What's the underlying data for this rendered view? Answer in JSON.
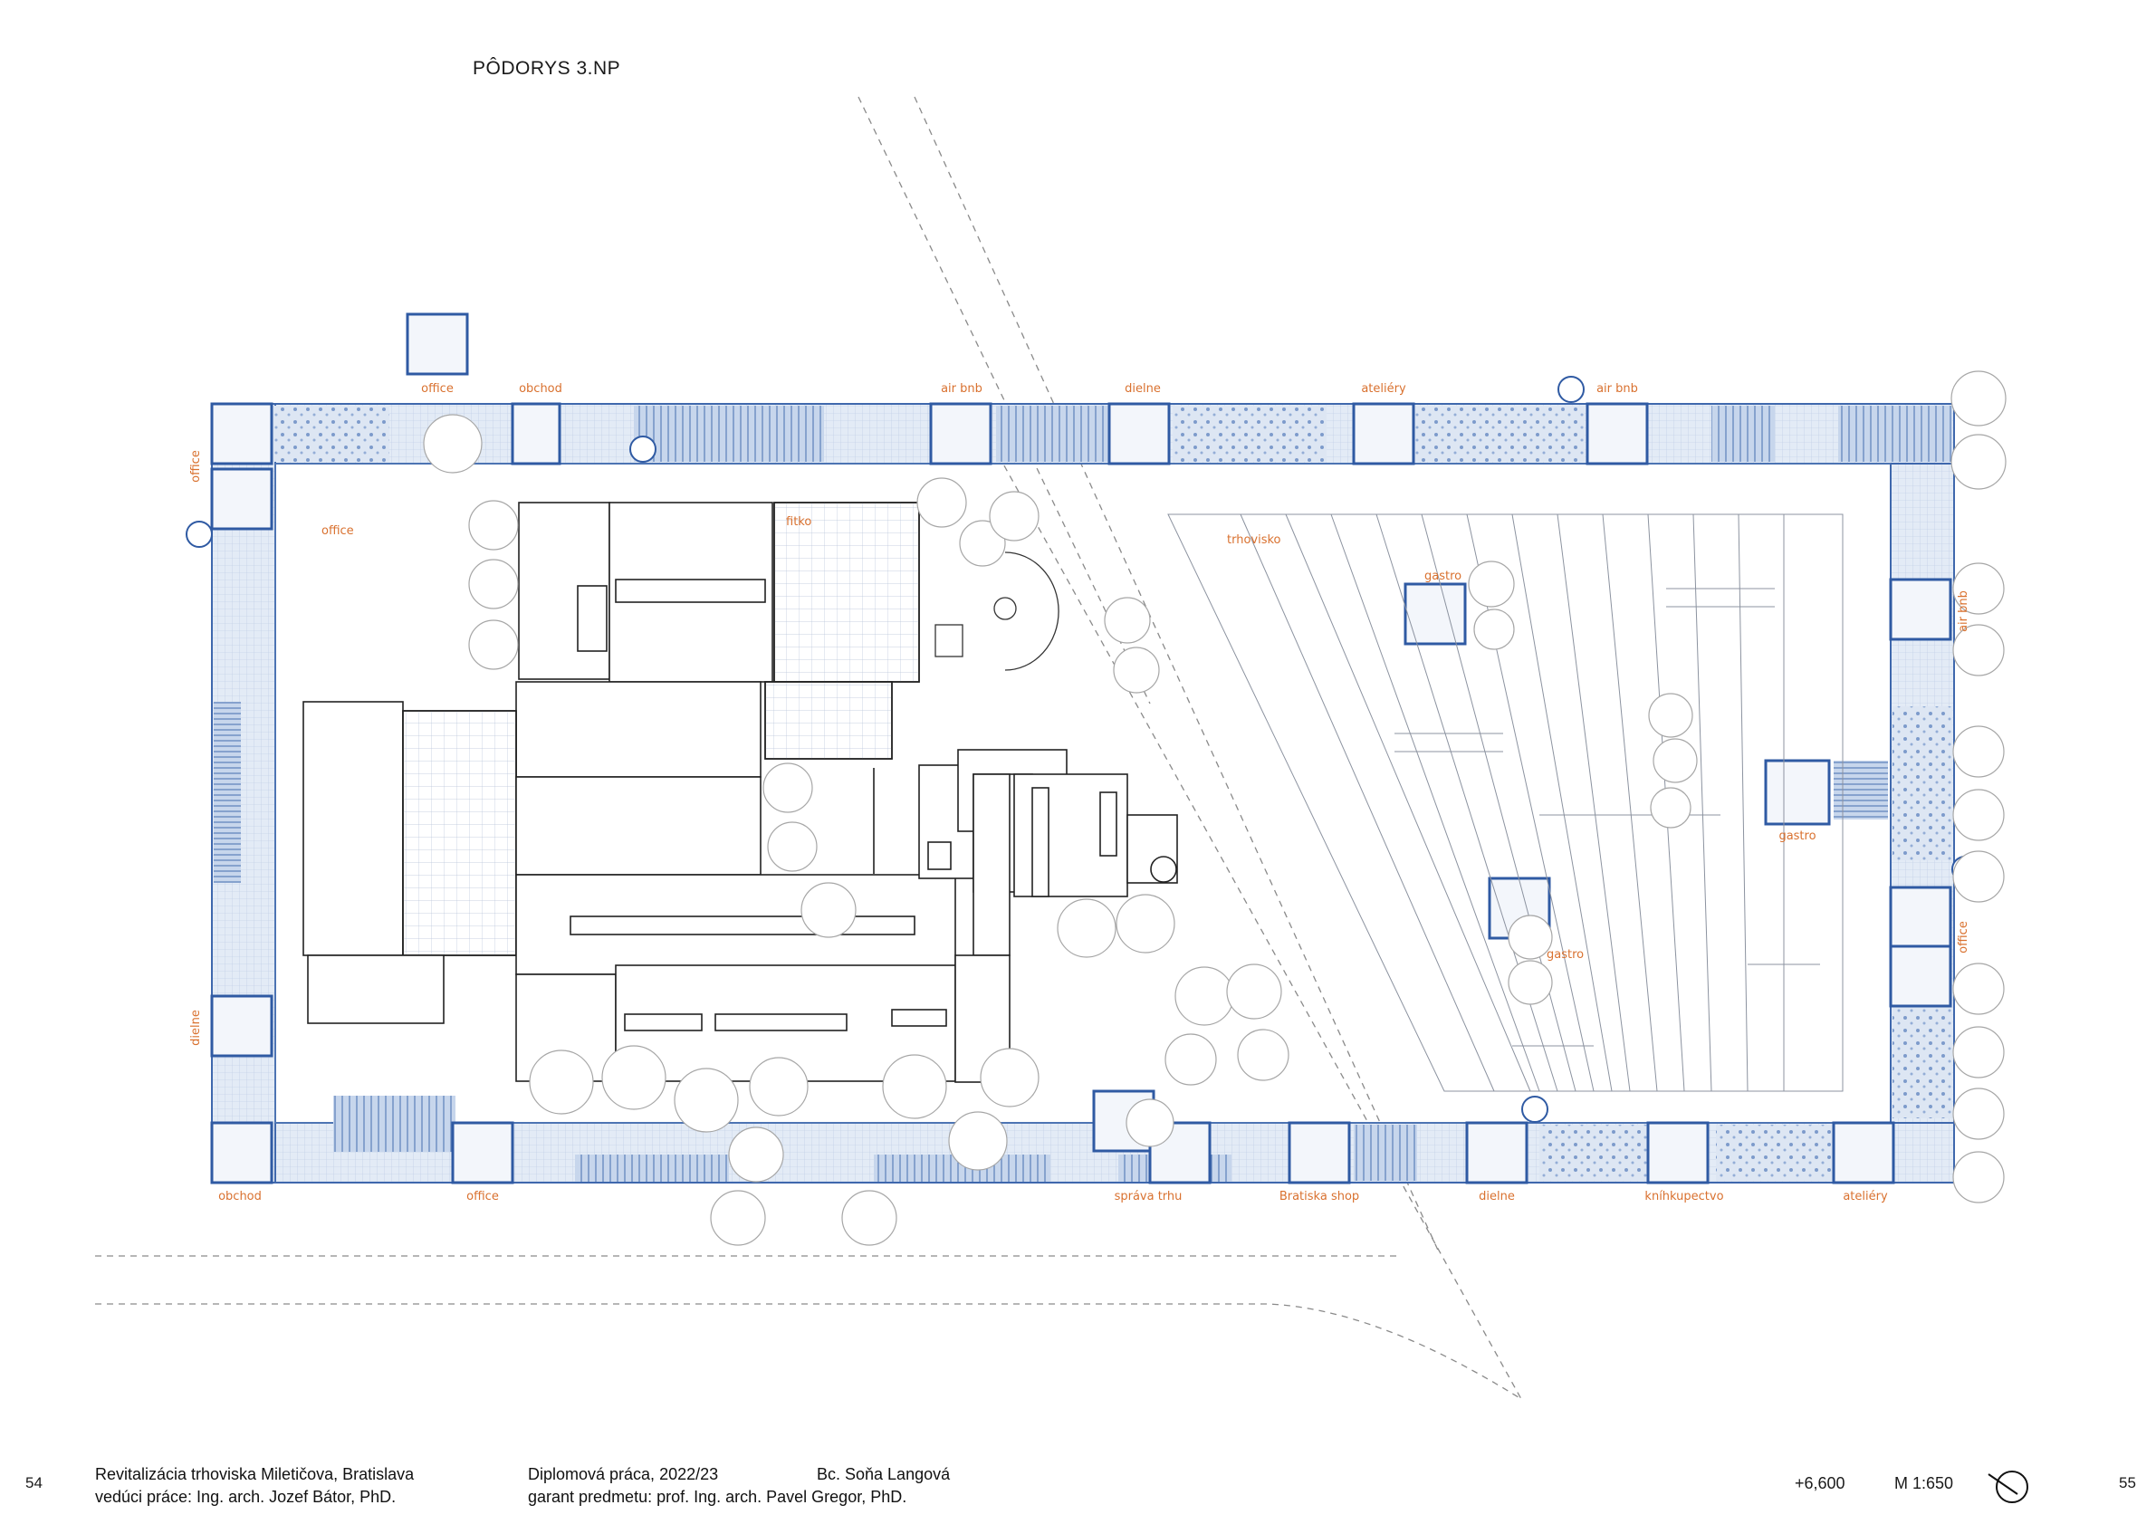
{
  "title": "PÔDORYS 3.NP",
  "labels": {
    "office_top": "office",
    "obchod_top": "obchod",
    "airbnb_top1": "air bnb",
    "dielne_top": "dielne",
    "ateliery_top": "ateliéry",
    "airbnb_top2": "air bnb",
    "office_left": "office",
    "office_inner": "office",
    "fitko": "fitko",
    "trhovisko": "trhovisko",
    "gastro1": "gastro",
    "gastro2": "gastro",
    "gastro3": "gastro",
    "airbnb_right": "air bnb",
    "office_right": "office",
    "dielne_left": "dielne",
    "obchod_bottom": "obchod",
    "office_bottom": "office",
    "sprava_trhu": "správa trhu",
    "bratiska_shop": "Bratiska shop",
    "dielne_bottom": "dielne",
    "knihkupectvo": "kníhkupectvo",
    "ateliery_bottom": "ateliéry"
  },
  "footer": {
    "page_left": "54",
    "project": "Revitalizácia trhoviska Miletičova, Bratislava",
    "supervisor": "vedúci práce: Ing. arch. Jozef Bátor, PhD.",
    "thesis": "Diplomová práca, 2022/23",
    "guarantor": "garant predmetu: prof. Ing. arch. Pavel Gregor, PhD.",
    "author": "Bc. Soňa Langová",
    "level": "+6,600",
    "scale": "M 1:650",
    "page_right": "55"
  }
}
